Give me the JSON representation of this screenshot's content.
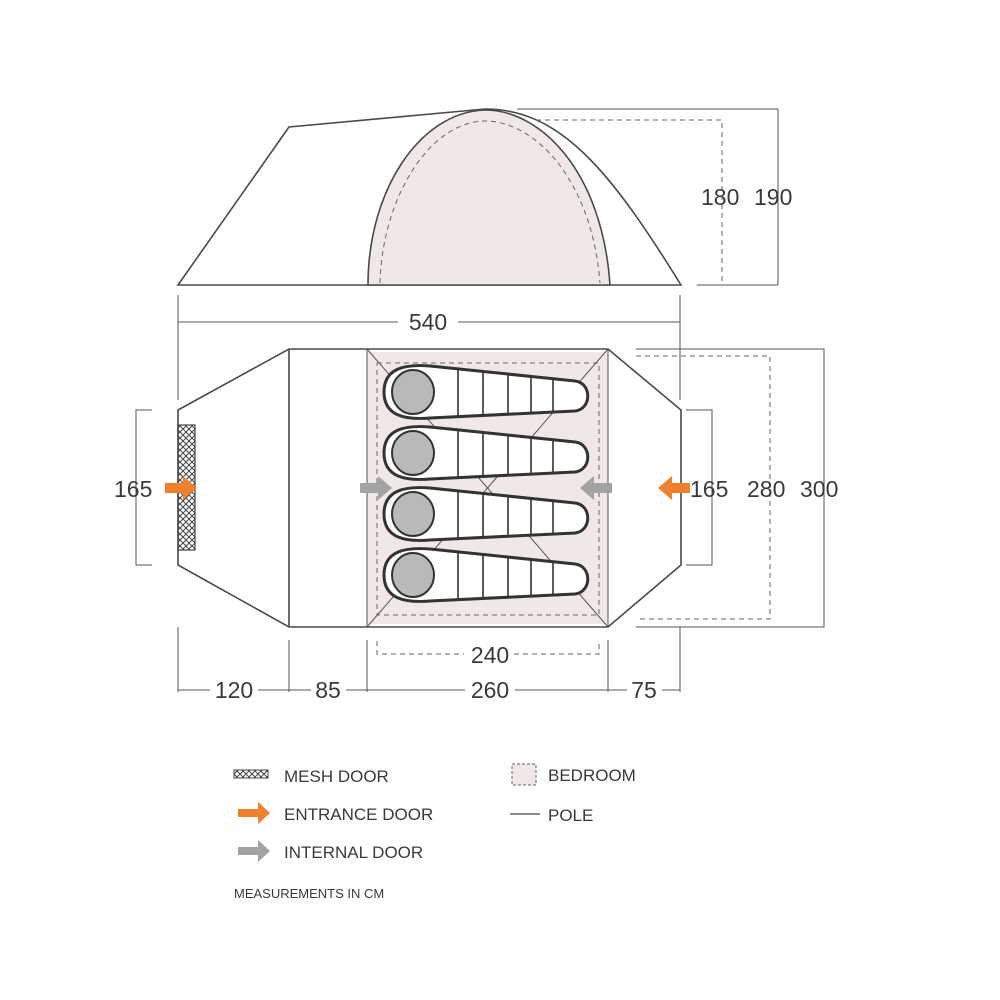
{
  "colors": {
    "entrance_door": "#f07f2e",
    "internal_door": "#9a9a9a",
    "bedroom_fill": "#efe8e7",
    "line": "#4a4a4a"
  },
  "side_view": {
    "height_inner": "180",
    "height_outer": "190"
  },
  "plan_view": {
    "total_length": "540",
    "door_width_left": "165",
    "door_width_right": "165",
    "inner_width": "280",
    "outer_width": "300",
    "bedroom_length": "240",
    "sections": [
      "120",
      "85",
      "260",
      "75"
    ],
    "sleeping_bags": 4
  },
  "legend": {
    "mesh_door": "MESH DOOR",
    "entrance_door": "ENTRANCE DOOR",
    "internal_door": "INTERNAL DOOR",
    "bedroom": "BEDROOM",
    "pole": "POLE"
  },
  "note": "MEASUREMENTS IN CM"
}
